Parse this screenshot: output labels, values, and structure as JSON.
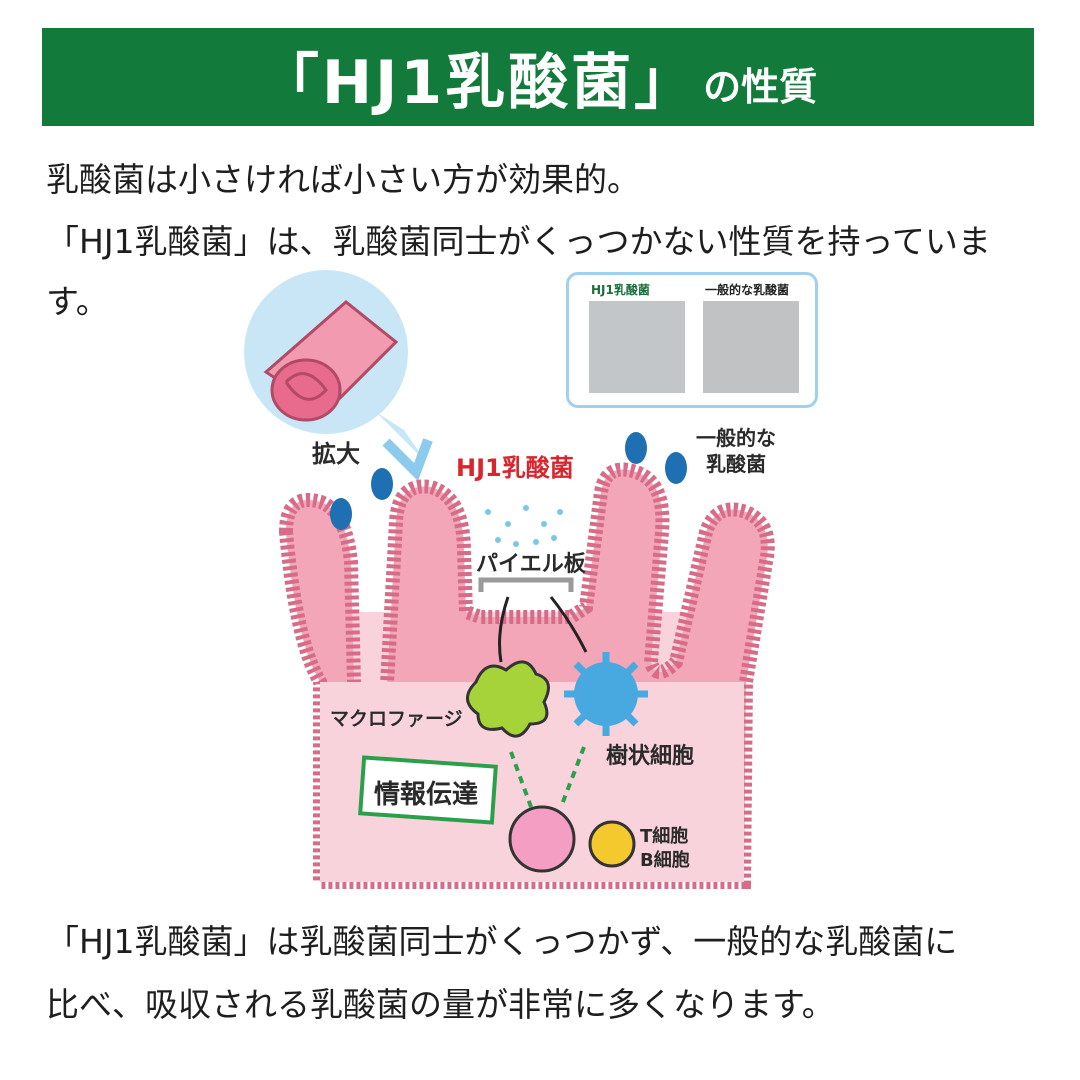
{
  "banner": {
    "title": "「HJ1乳酸菌」",
    "subtitle": "の性質"
  },
  "intro": {
    "line1": "乳酸菌は小さければ小さい方が効果的。",
    "line2": "「HJ1乳酸菌」は、乳酸菌同士がくっつかない性質を持っていま",
    "line3": "す。"
  },
  "figure": {
    "photo_label_hj1": "HJ1乳酸菌",
    "photo_label_general": "一般的な乳酸菌",
    "label_zoom": "拡大",
    "label_hj1": "HJ1乳酸菌",
    "label_general_line1": "一般的な",
    "label_general_line2": "乳酸菌",
    "label_peyer": "パイエル板",
    "label_macrophage": "マクロファージ",
    "label_dendritic": "樹状細胞",
    "label_info": "情報伝達",
    "label_tcell": "T細胞",
    "label_bcell": "B細胞"
  },
  "conclusion": {
    "line1": "「HJ1乳酸菌」は乳酸菌同士がくっつかず、一般的な乳酸菌に",
    "line2": "比べ、吸収される乳酸菌の量が非常に多くなります。"
  },
  "colors": {
    "banner_green": "#127a3a",
    "villi_pink": "#f2a6b7",
    "tissue_pink": "#f8d3dc",
    "bacteria_blue": "#1f6fb3",
    "macrophage_green": "#a6d33a",
    "dendritic_blue": "#48a8e0",
    "tcell_pink": "#f49ec4",
    "bcell_yellow": "#f3c92d"
  }
}
